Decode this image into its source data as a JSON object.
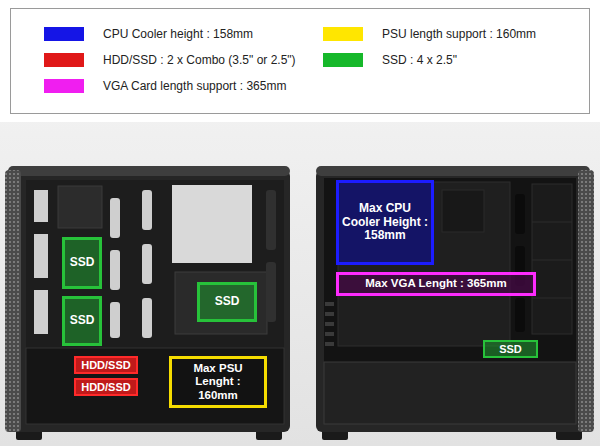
{
  "diagram": {
    "nodes": [
      {
        "text": [
          "SSD"
        ]
      },
      {
        "text": [
          "SSD"
        ]
      },
      {
        "text": [
          "SSD"
        ]
      },
      {
        "text": [
          "HDD/SSD"
        ]
      },
      {
        "text": [
          "HDD/SSD"
        ]
      },
      {
        "text": [
          "Max PSU Lenght : 160mm"
        ]
      },
      {
        "text": [
          "Max CPU Cooler Height : 158mm"
        ]
      },
      {
        "text": [
          "Max VGA Lenght : 365mm"
        ]
      },
      {
        "text": [
          "SSD"
        ]
      }
    ],
    "legend": [
      {
        "text": "CPU Cooler height : 158mm",
        "color": "#1515e6"
      },
      {
        "text": "HDD/SSD : 2 x Combo (3.5\" or 2.5\")",
        "color": "#e01818"
      },
      {
        "text": "VGA Card length support : 365mm",
        "color": "#f01ef0"
      },
      {
        "text": "PSU length support : 160mm",
        "color": "#ffe600"
      },
      {
        "text": "SSD : 4 x 2.5\"",
        "color": "#16b82a"
      }
    ]
  }
}
